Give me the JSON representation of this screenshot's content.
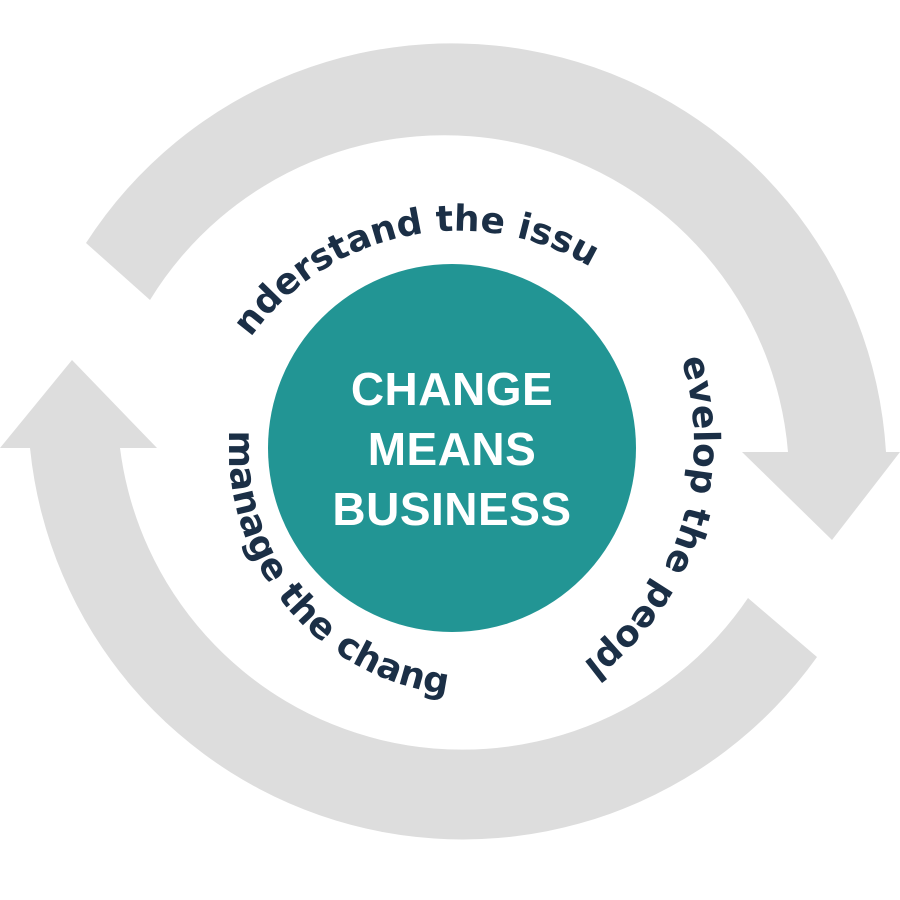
{
  "center": {
    "lines": [
      "CHANGE",
      "MEANS",
      "BUSINESS"
    ]
  },
  "ring_labels": {
    "top": "understand the issue",
    "right": "develop the people",
    "left": "manage the change"
  },
  "colors": {
    "center_fill": "#229594",
    "center_text": "#ffffff",
    "ring_text": "#1b2f46",
    "arrows": "#dddddd"
  }
}
